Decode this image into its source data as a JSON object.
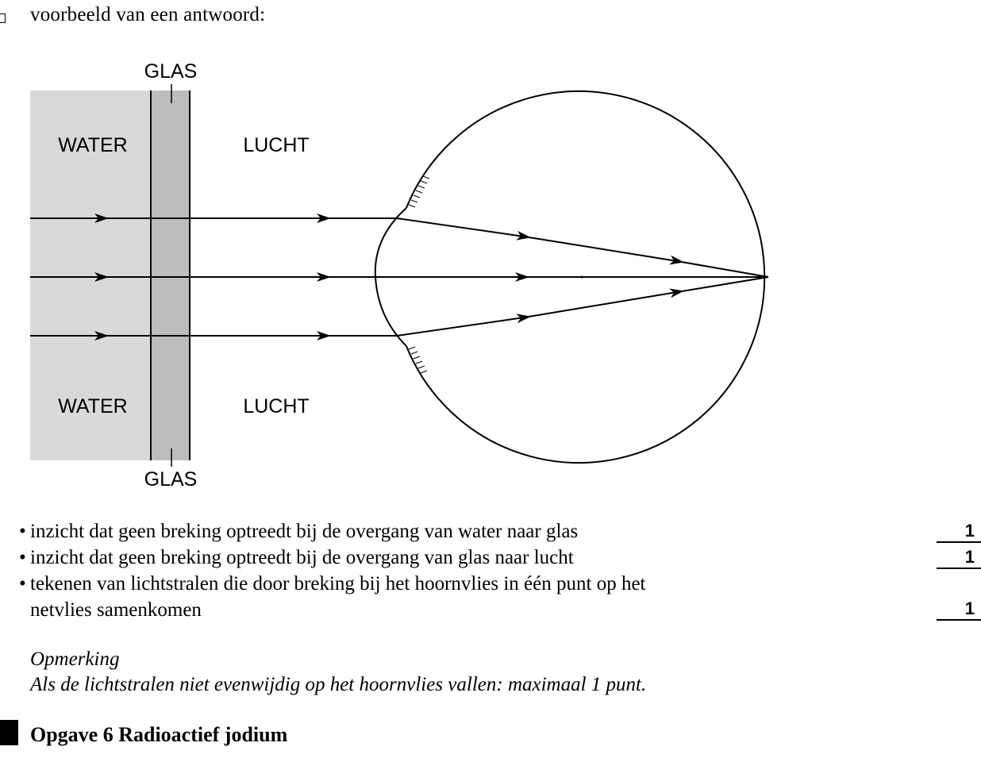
{
  "intro": "voorbeeld van een antwoord:",
  "diagram": {
    "labels": {
      "glas_top": "GLAS",
      "glas_bottom": "GLAS",
      "water_top": "WATER",
      "water_bottom": "WATER",
      "lucht_top": "LUCHT",
      "lucht_bottom": "LUCHT"
    },
    "colors": {
      "water": "#d9d9d9",
      "glass": "#bdbdbd",
      "ink": "#000000"
    }
  },
  "criteria": [
    {
      "text": "inzicht dat geen breking optreedt bij de overgang van water naar glas",
      "points": "1"
    },
    {
      "text": "inzicht dat geen breking optreedt bij de overgang van glas naar lucht",
      "points": "1"
    },
    {
      "text_line1": "tekenen van lichtstralen die door breking bij het hoornvlies in één punt op het",
      "text_line2": "netvlies samenkomen",
      "points": "1"
    }
  ],
  "note": {
    "heading": "Opmerking",
    "text": "Als de lichtstralen niet evenwijdig op het hoornvlies vallen: maximaal 1 punt."
  },
  "section": {
    "title": "Opgave 6 Radioactief jodium"
  }
}
